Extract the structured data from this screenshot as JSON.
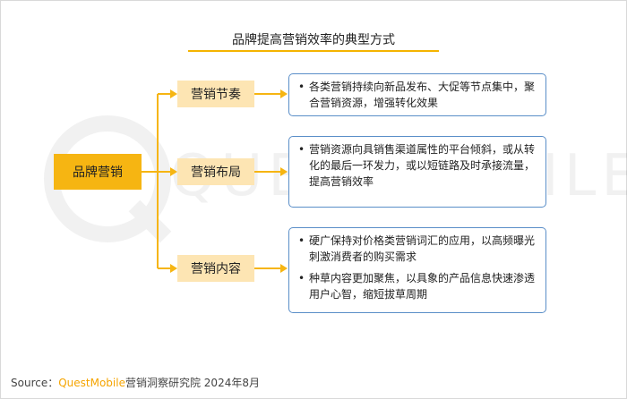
{
  "title": "品牌提高营销效率的典型方式",
  "root": {
    "label": "品牌营销"
  },
  "branches": [
    {
      "label": "营销节奏",
      "bullets": [
        "各类营销持续向新品发布、大促等节点集中，聚合营销资源，增强转化效果"
      ]
    },
    {
      "label": "营销布局",
      "bullets": [
        "营销资源向具销售渠道属性的平台倾斜，或从转化的最后一环发力，或以短链路及时承接流量，提高营销效率"
      ]
    },
    {
      "label": "营销内容",
      "bullets": [
        "硬广保持对价格类营销词汇的应用，以高频曝光刺激消费者的购买需求",
        "种草内容更加聚焦，以具象的产品信息快速渗透用户心智，缩短拔草周期"
      ]
    }
  ],
  "bullet_char": "•",
  "watermark": "QUESTMOBILE",
  "source": {
    "prefix": "Source：",
    "brand": "QuestMobile",
    "suffix": "营销洞察研究院 2024年8月"
  },
  "colors": {
    "accent": "#f6b512",
    "branch_fill": "#fde5b3",
    "box_border": "#5a8ec8"
  }
}
